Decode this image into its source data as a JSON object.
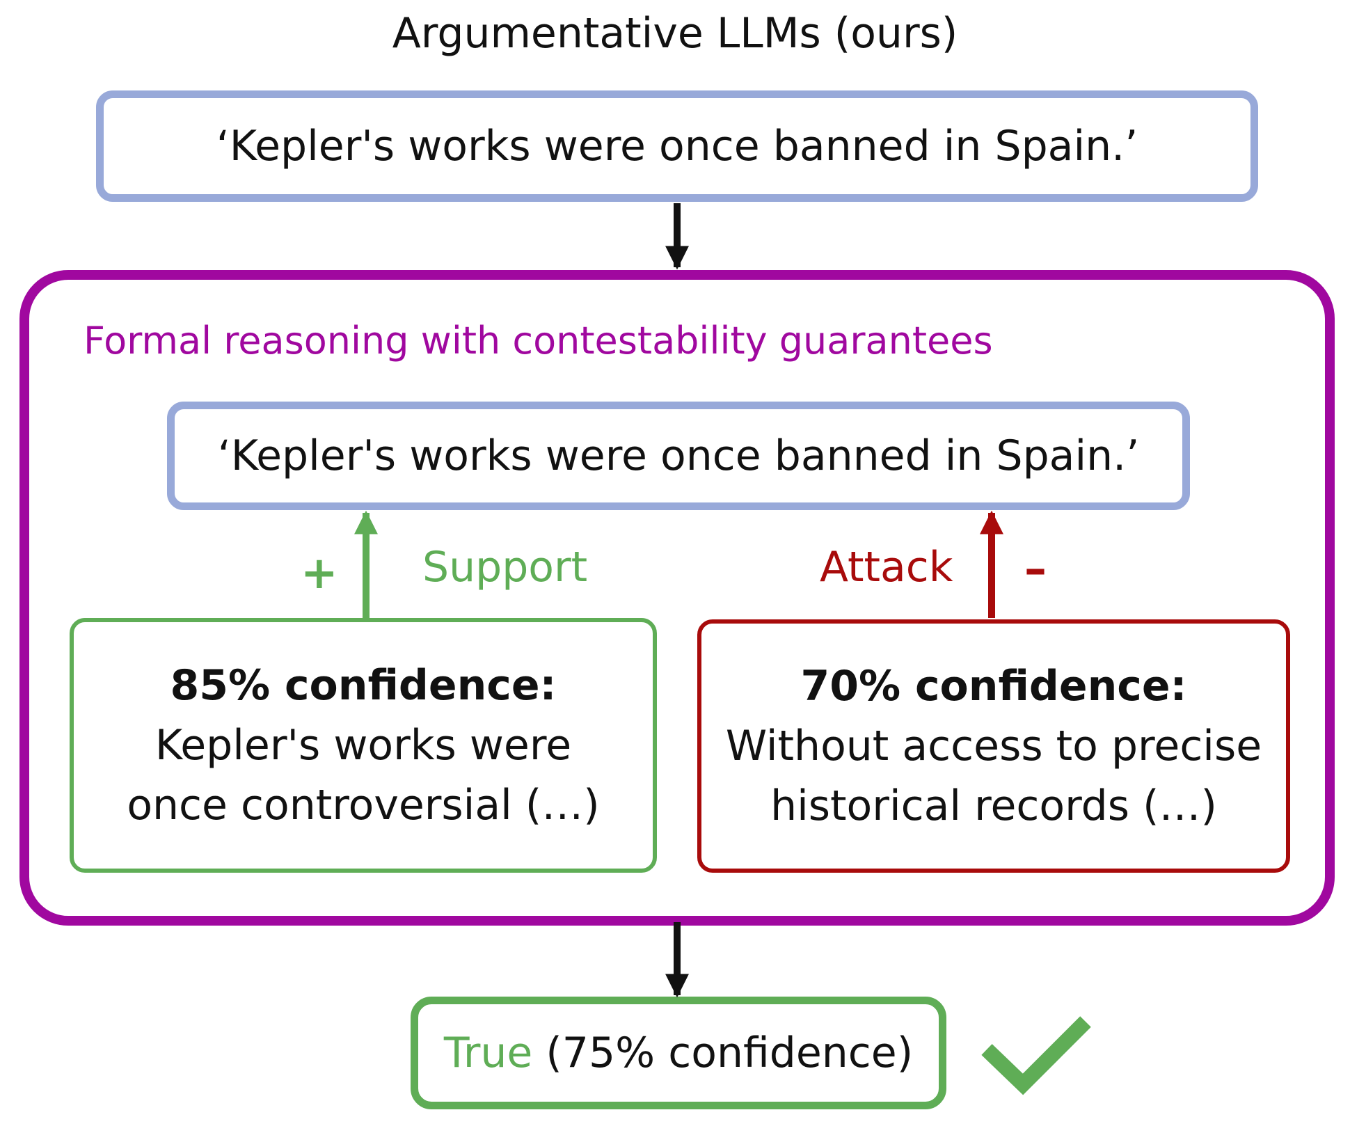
{
  "title": "Argumentative LLMs (ours)",
  "claim": "‘Kepler's works were once banned in Spain.’",
  "frame": {
    "label": "Formal reasoning with contestability guarantees",
    "claim": "‘Kepler's works were once banned in Spain.’"
  },
  "support": {
    "sign": "+",
    "label": "Support",
    "heading": "85% confidence:",
    "line1": "Kepler's works were",
    "line2": "once controversial (…)"
  },
  "attack": {
    "sign": "–",
    "label": "Attack",
    "heading": "70% confidence:",
    "line1": "Without access to precise",
    "line2": "historical records (…)"
  },
  "result": {
    "verdict": "True",
    "detail": " (75% confidence)"
  },
  "icons": {
    "result_mark": "checkmark-icon"
  },
  "colors": {
    "claim_border": "#98a9d9",
    "frame": "#a0089f",
    "support": "#5fad56",
    "attack": "#a80b0b",
    "arrow": "#111111"
  }
}
